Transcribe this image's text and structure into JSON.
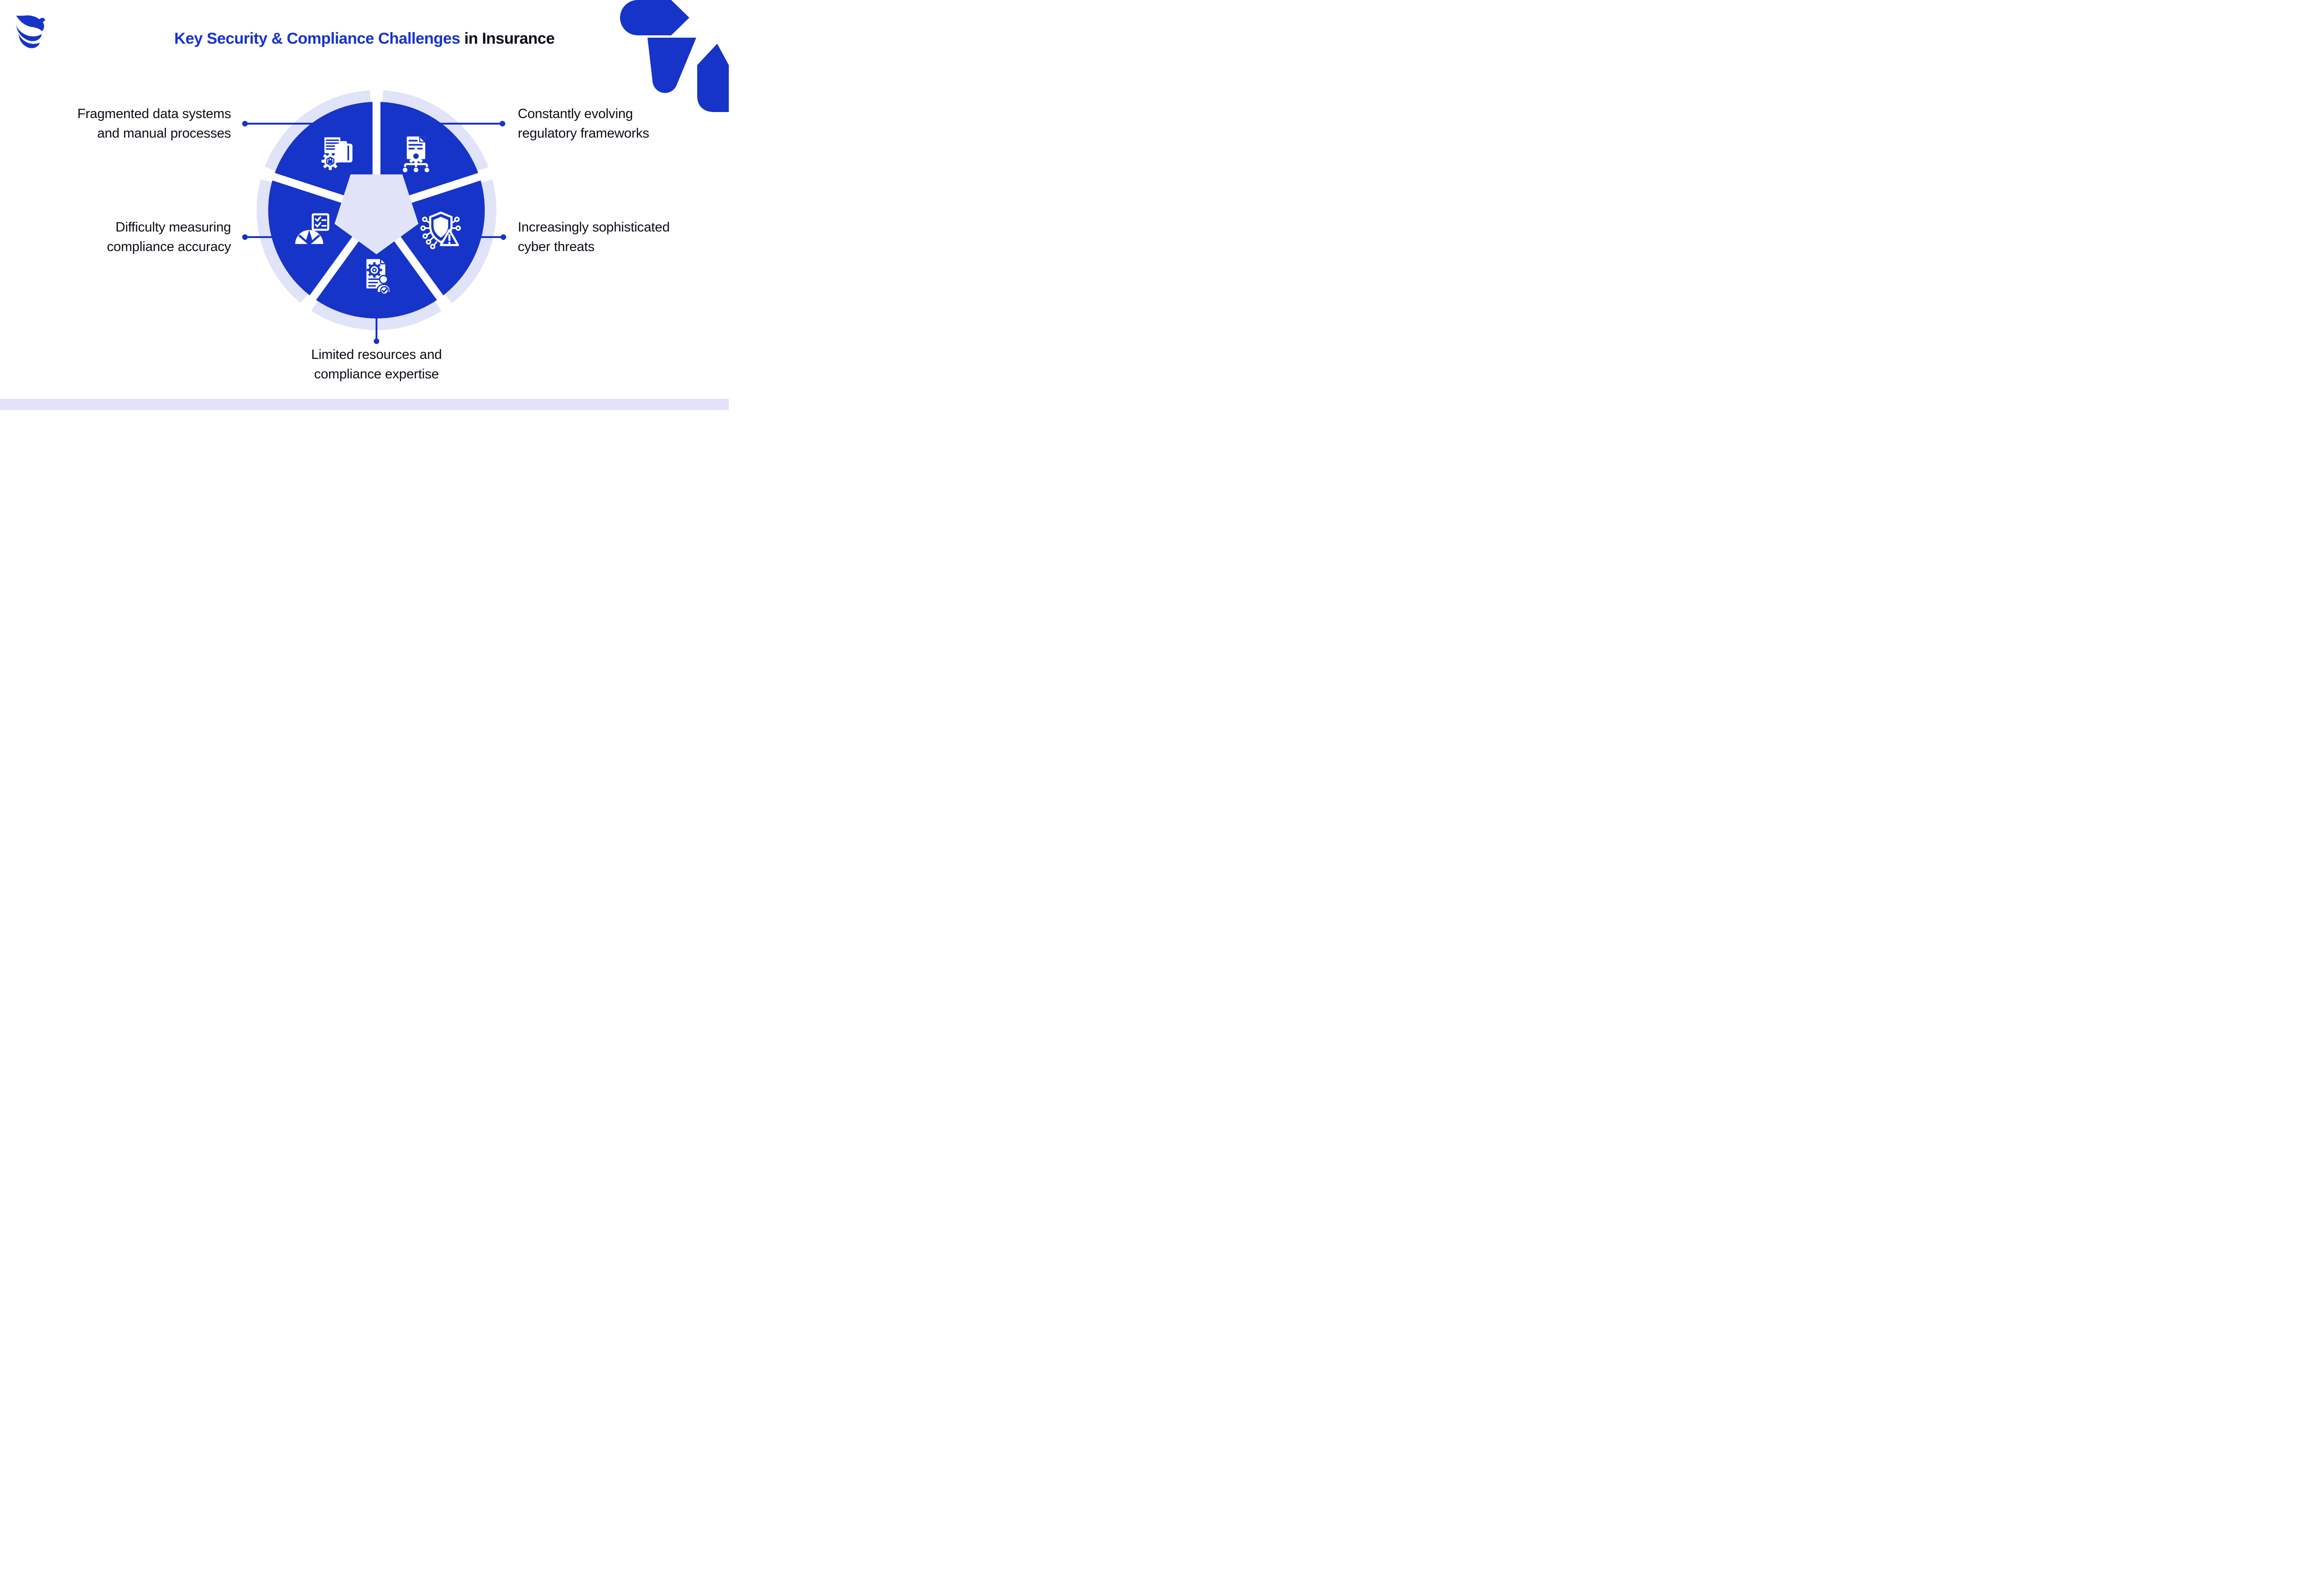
{
  "title": {
    "highlight": "Key Security & Compliance Challenges",
    "rest": " in Insurance"
  },
  "logo": {
    "icon": "eagle-logo"
  },
  "decoration": {
    "icon": "petal-shapes-decoration"
  },
  "diagram": {
    "type": "circular-5-segment-wheel",
    "challenges": [
      {
        "position": "top-left",
        "icon": "folder-gear-lock-icon",
        "label_lines": [
          "Fragmented data systems",
          "and manual processes"
        ]
      },
      {
        "position": "top-right",
        "icon": "document-gear-hierarchy-icon",
        "label_lines": [
          "Constantly evolving",
          "regulatory frameworks"
        ]
      },
      {
        "position": "left",
        "icon": "gauge-checklist-icon",
        "label_lines": [
          "Difficulty measuring",
          "compliance accuracy"
        ]
      },
      {
        "position": "right",
        "icon": "shield-circuit-warning-icon",
        "label_lines": [
          "Increasingly sophisticated",
          "cyber threats"
        ]
      },
      {
        "position": "bottom",
        "icon": "document-gear-person-check-icon",
        "label_lines": [
          "Limited resources and",
          "compliance expertise"
        ]
      }
    ]
  },
  "colors": {
    "accent_blue": "#1634c8",
    "title_blue": "#1733cc",
    "lavender": "#e1e3f8",
    "bottom_strip": "#e2e3f9",
    "text_dark": "#0c0d16",
    "icon_white": "#ffffff"
  }
}
